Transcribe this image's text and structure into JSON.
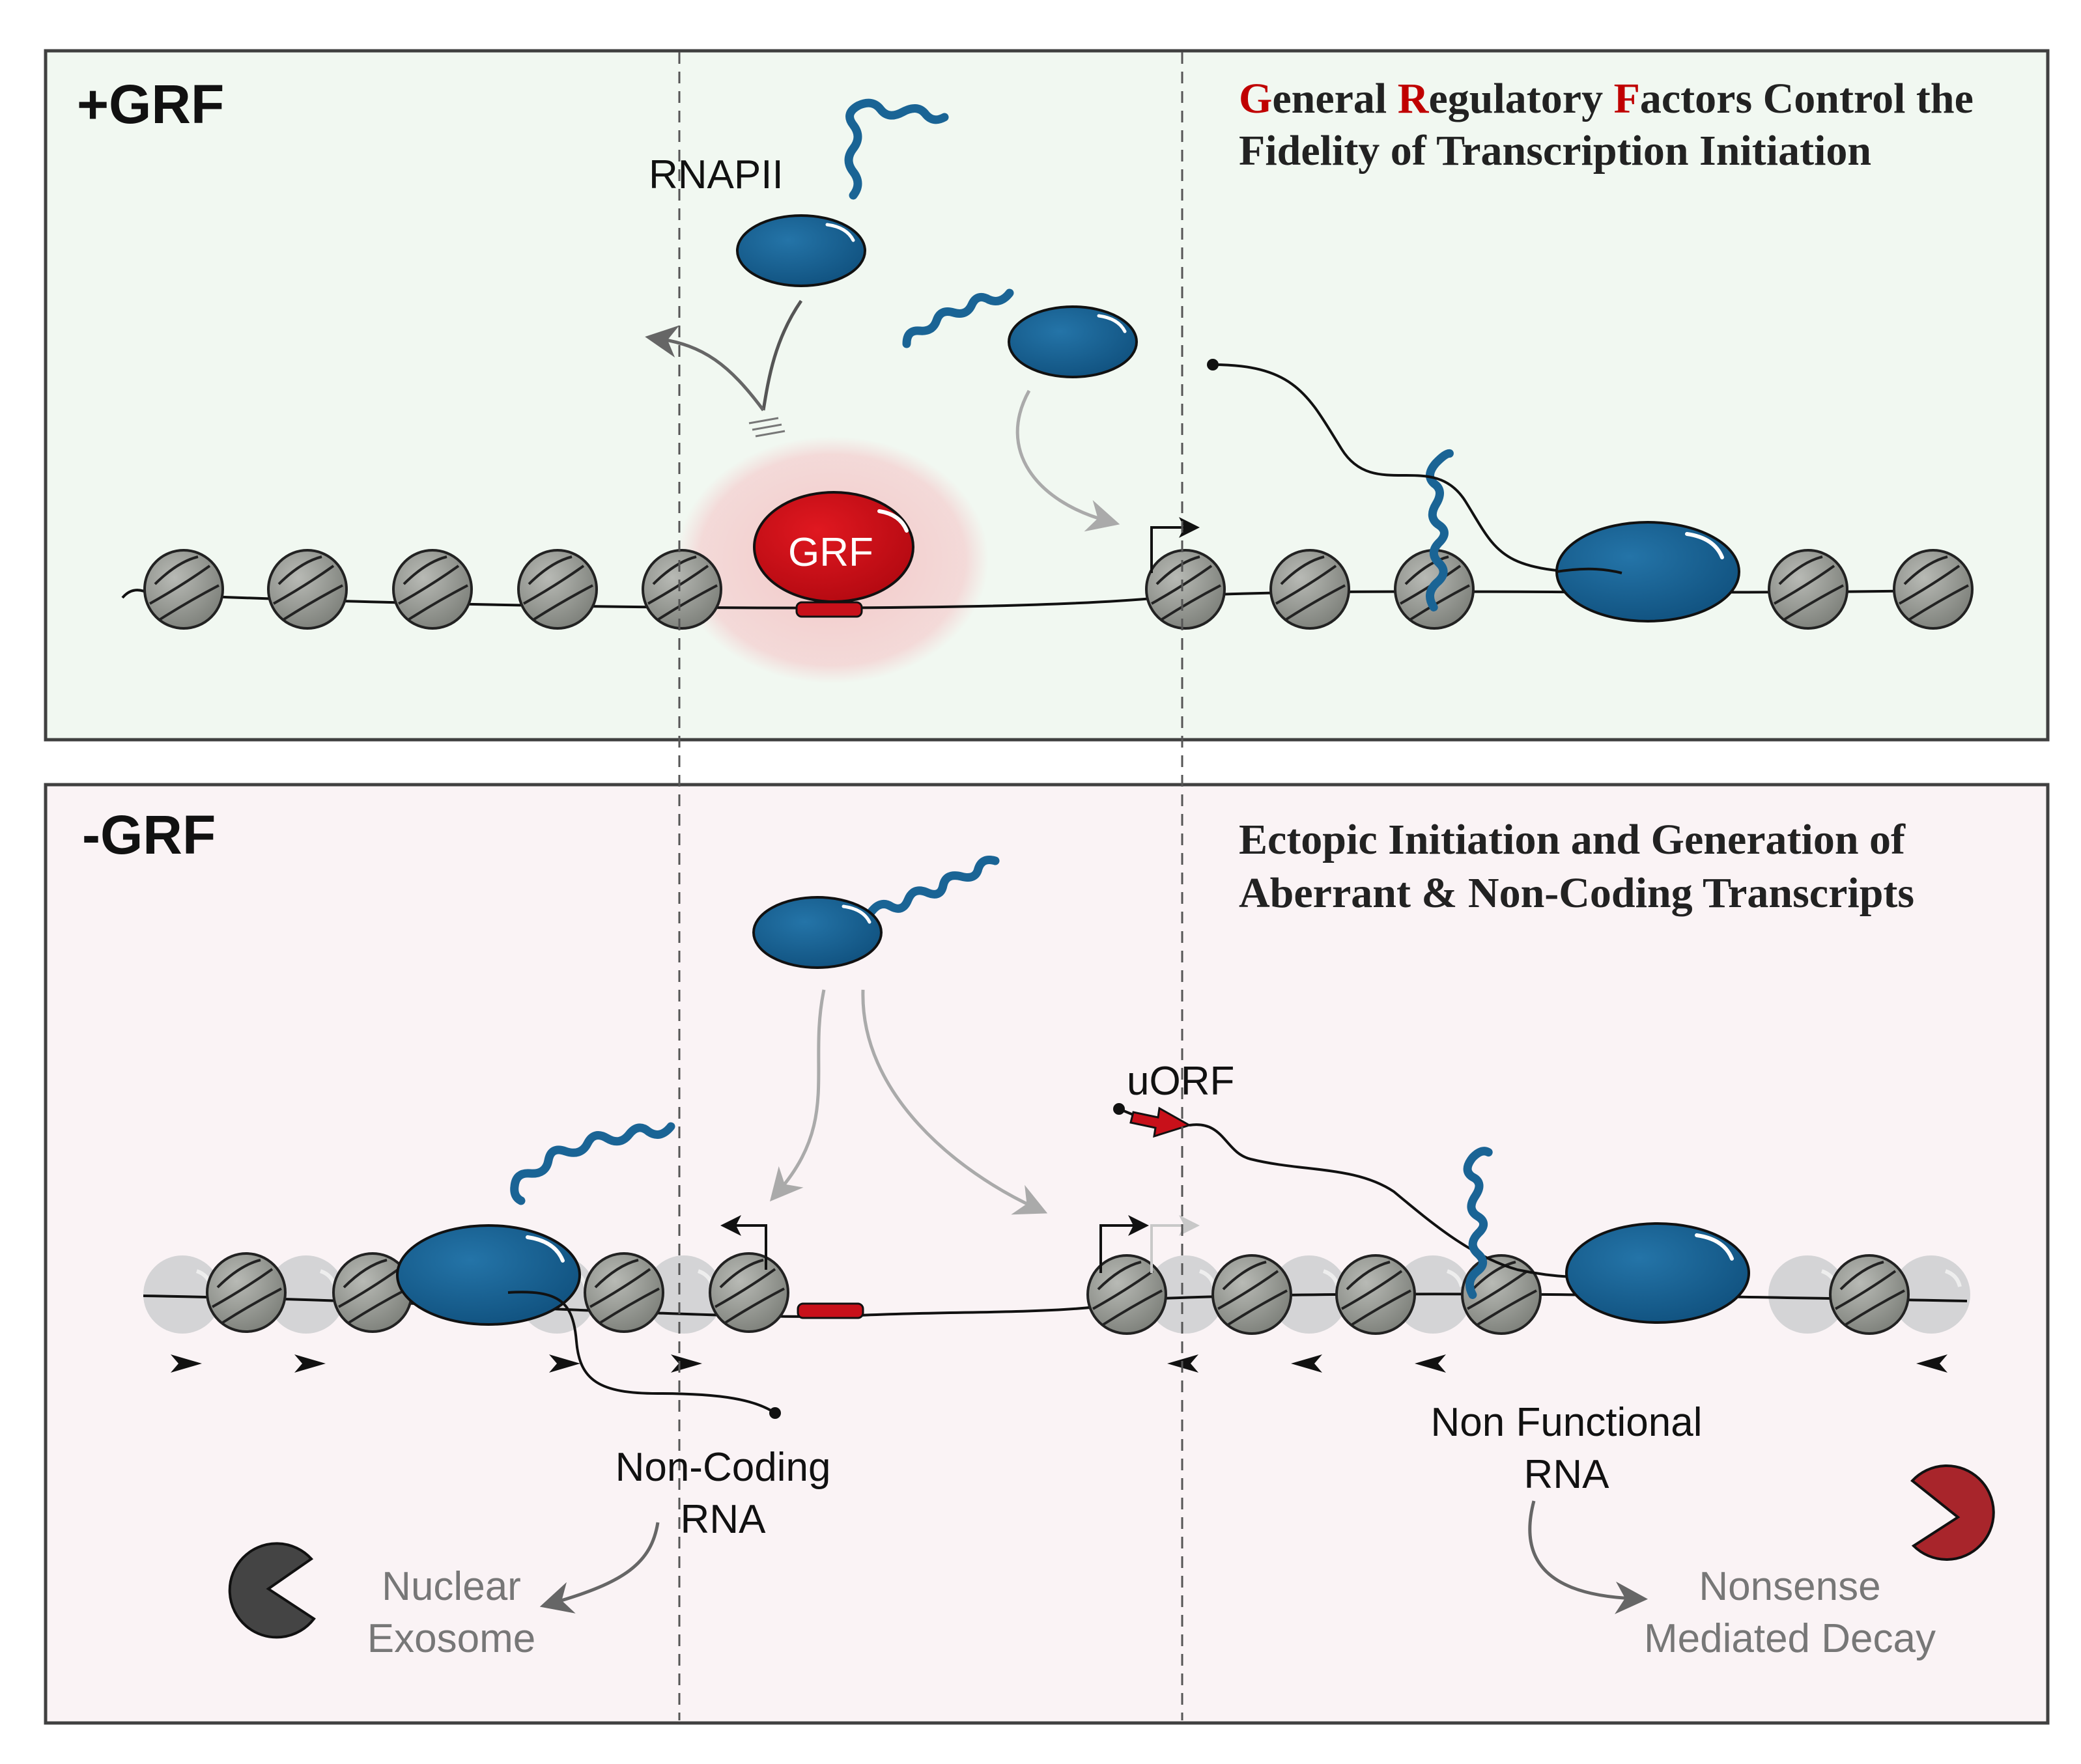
{
  "panels": {
    "top": {
      "label": "+GRF",
      "title_parts": [
        {
          "text": "G",
          "highlight": true
        },
        {
          "text": "eneral ",
          "highlight": false
        },
        {
          "text": "R",
          "highlight": true
        },
        {
          "text": "egulatory ",
          "highlight": false
        },
        {
          "text": "F",
          "highlight": true
        },
        {
          "text": "actors Control the",
          "highlight": false
        }
      ],
      "title_line2": "Fidelity of Transcription Initiation",
      "rnapii_label": "RNAPII",
      "grf_label": "GRF"
    },
    "bottom": {
      "label": "-GRF",
      "title_line1": "Ectopic Initiation and Generation of",
      "title_line2": "Aberrant & Non-Coding Transcripts",
      "uorf_label": "uORF",
      "noncoding_line1": "Non-Coding",
      "noncoding_line2": "RNA",
      "nonfunctional_line1": "Non Functional",
      "nonfunctional_line2": "RNA",
      "exosome_line1": "Nuclear",
      "exosome_line2": "Exosome",
      "nmd_line1": "Nonsense",
      "nmd_line2": "Mediated Decay"
    }
  },
  "colors": {
    "rnapii": "#1a6495",
    "grf": "#c8101a",
    "nucleosome": "#8f928c",
    "exosome": "#444444",
    "nmd": "#a8252b",
    "top_bg": "#f1f8f1",
    "bottom_bg": "#faf3f5"
  }
}
